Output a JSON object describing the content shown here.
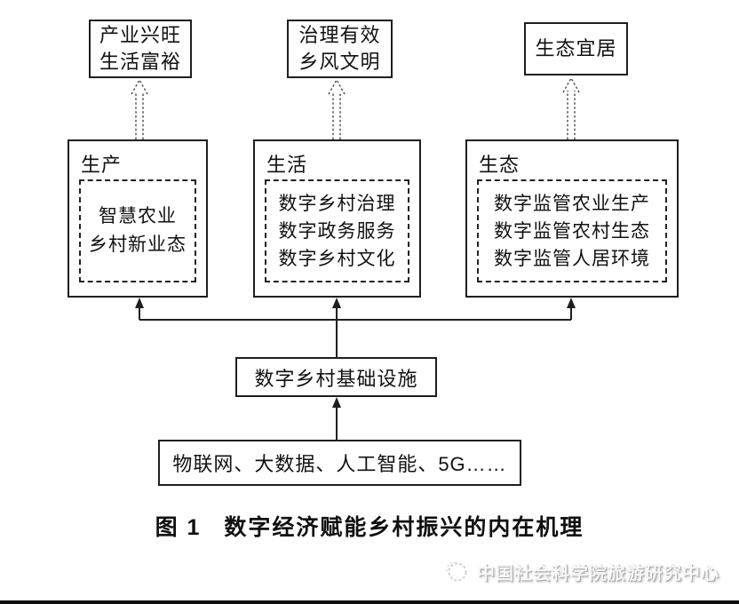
{
  "figure": {
    "outcome_boxes": [
      {
        "lines": [
          "产业兴旺",
          "生活富裕"
        ]
      },
      {
        "lines": [
          "治理有效",
          "乡风文明"
        ]
      },
      {
        "lines": [
          "生态宜居"
        ]
      }
    ],
    "domain_boxes": [
      {
        "label": "生产",
        "items": [
          "智慧农业",
          "乡村新业态"
        ]
      },
      {
        "label": "生活",
        "items": [
          "数字乡村治理",
          "数字政务服务",
          "数字乡村文化"
        ]
      },
      {
        "label": "生态",
        "items": [
          "数字监管农业生产",
          "数字监管农村生态",
          "数字监管人居环境"
        ]
      }
    ],
    "infrastructure_box": {
      "label": "数字乡村基础设施"
    },
    "technology_box": {
      "label": "物联网、大数据、人工智能、5G……"
    },
    "caption": {
      "figure_no": "图 1",
      "title": "数字经济赋能乡村振兴的内在机理"
    },
    "watermark": {
      "text": "中国社会科学院旅游研究中心",
      "logo": "cass-tourism-logo"
    },
    "colors": {
      "ink": "#1f1f1f",
      "watermark_gray": "#b5b5b5",
      "background": "#ffffff"
    }
  }
}
